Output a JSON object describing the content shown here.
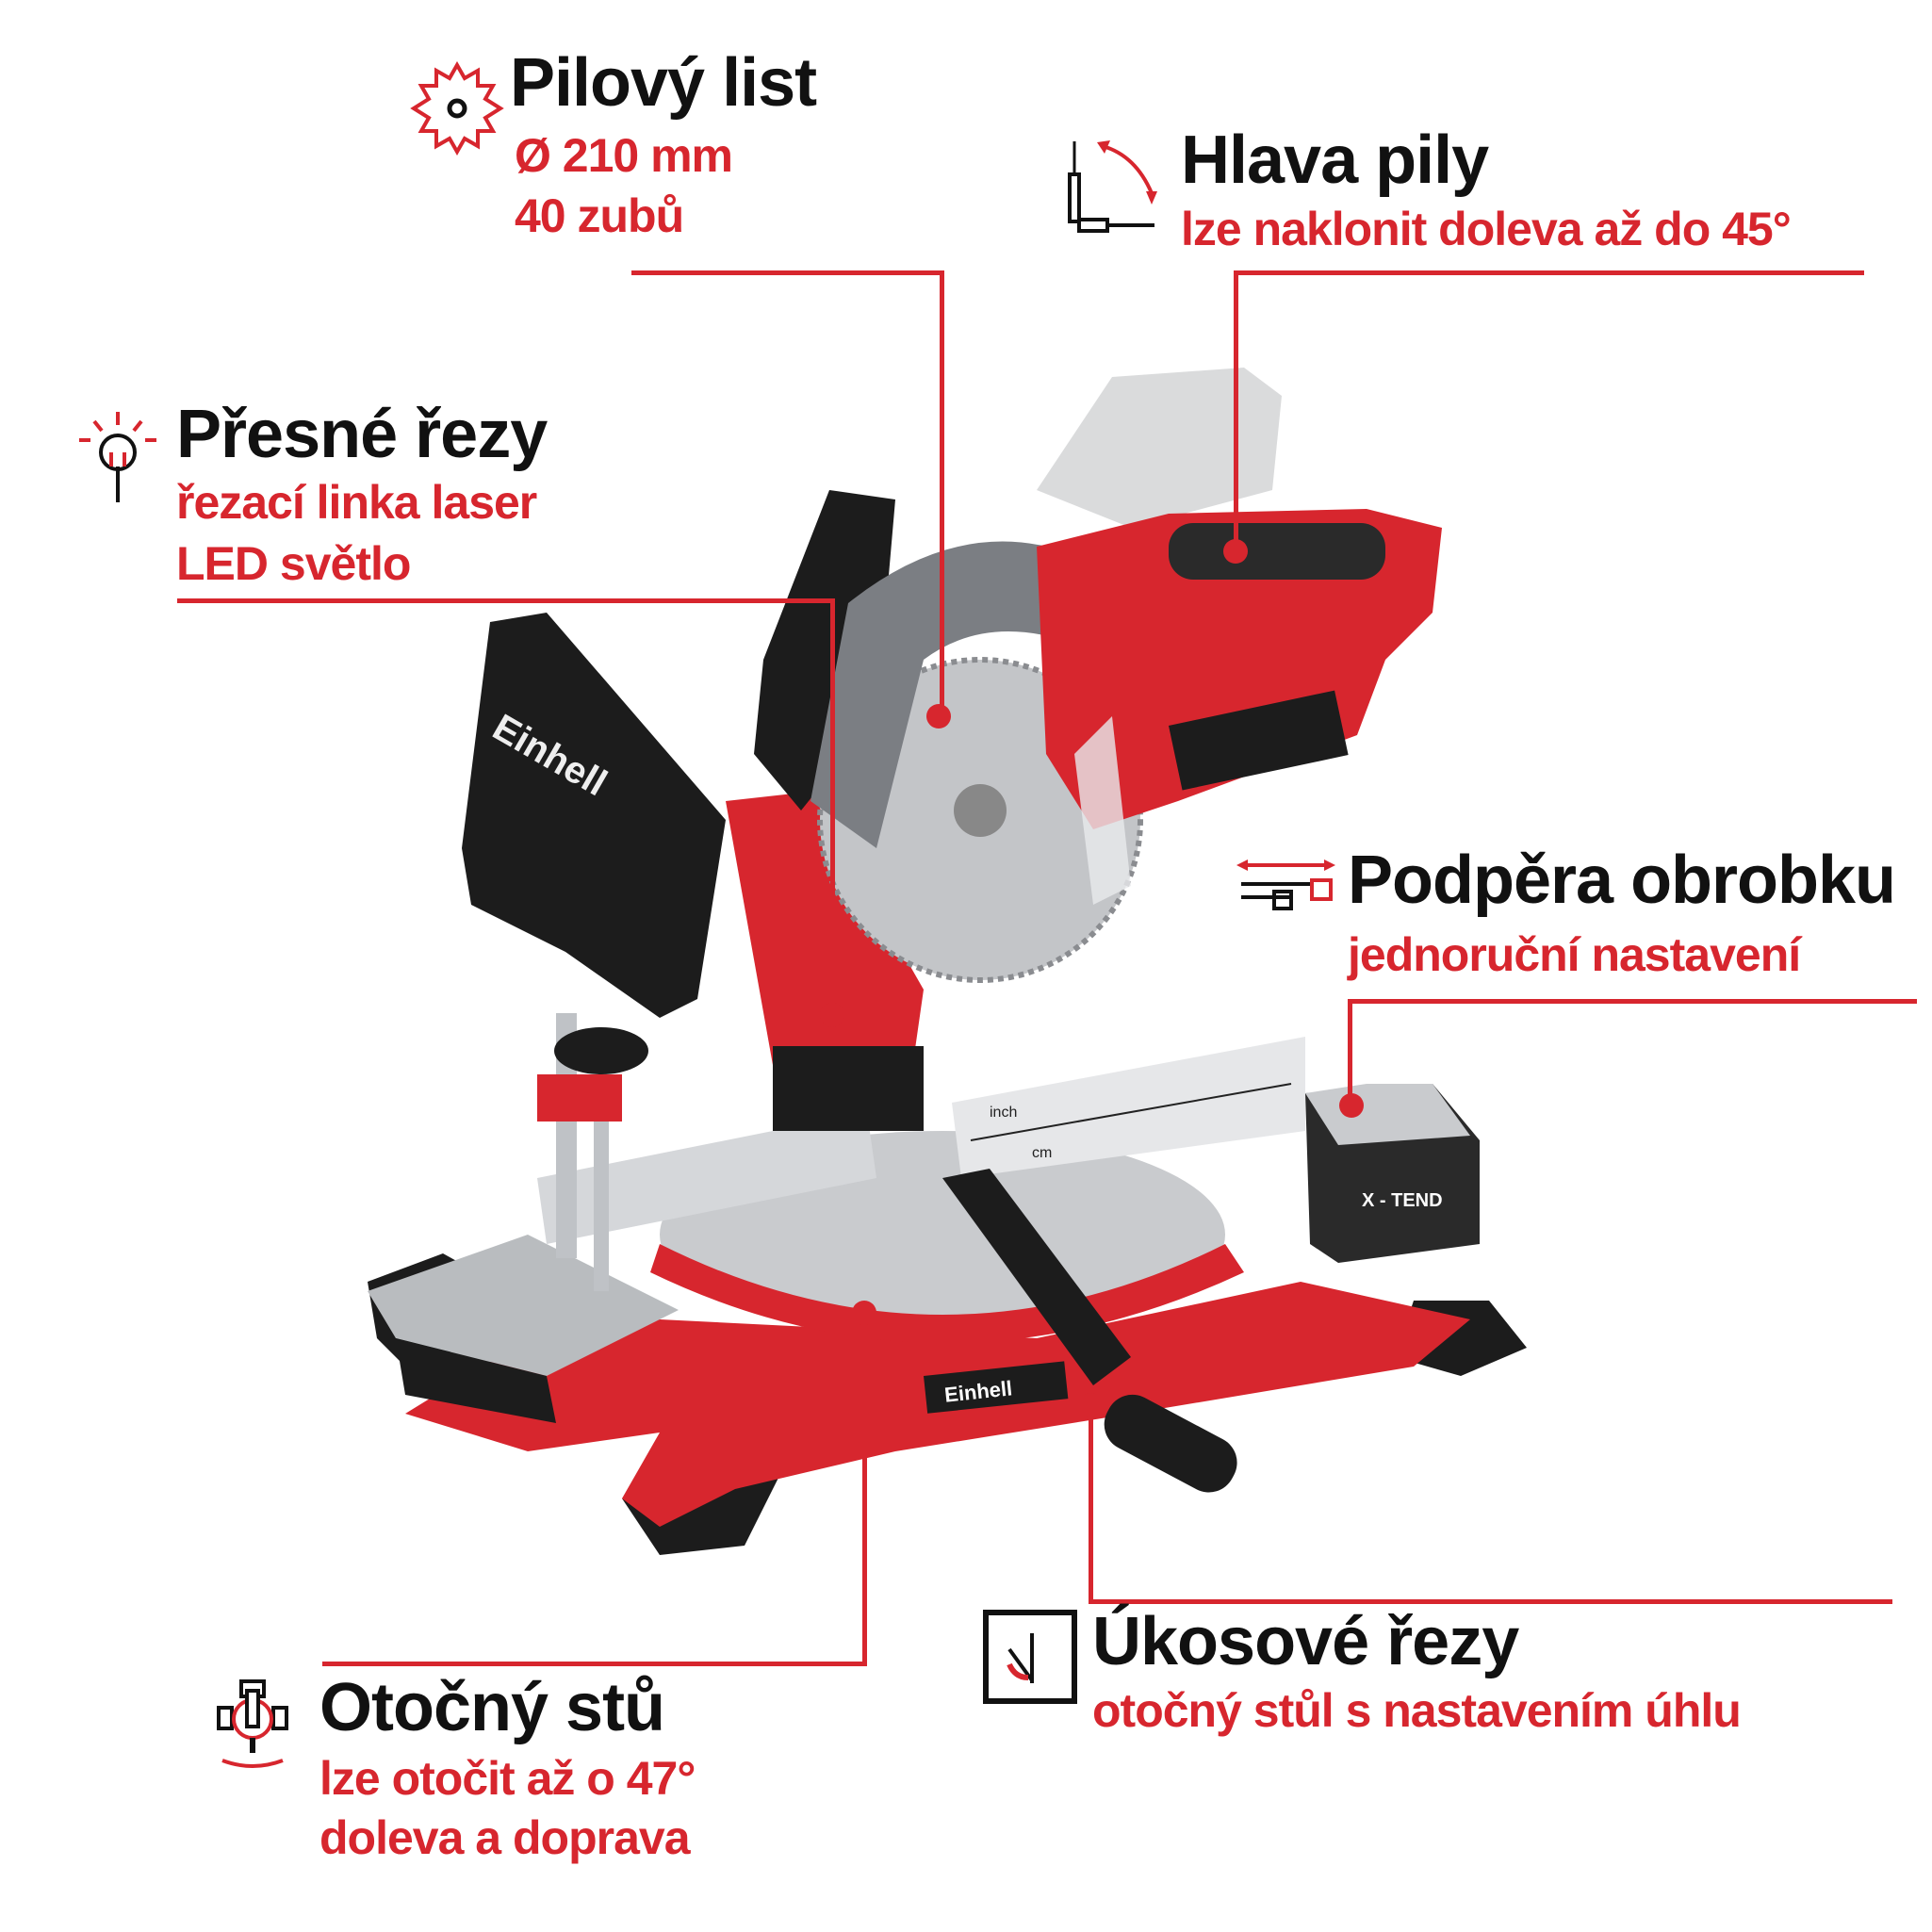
{
  "accent_color": "#d7262e",
  "text_color": "#111111",
  "features": {
    "blade": {
      "icon": "saw-blade-icon",
      "title": "Pilový list",
      "lines": [
        "Ø 210 mm",
        "40 zubů"
      ]
    },
    "head": {
      "icon": "tilt-head-icon",
      "title": "Hlava pily",
      "lines": [
        "lze naklonit doleva až do 45°"
      ]
    },
    "precision": {
      "icon": "laser-light-icon",
      "title": "Přesné řezy",
      "lines": [
        "řezací linka laser",
        "LED světlo"
      ]
    },
    "support": {
      "icon": "workpiece-support-icon",
      "title": "Podpěra obrobku",
      "lines": [
        "jednoruční nastavení"
      ]
    },
    "miter": {
      "icon": "miter-angle-icon",
      "title": "Úkosové řezy",
      "lines": [
        "otočný stůl s nastavením úhlu"
      ]
    },
    "turntable": {
      "icon": "turntable-icon",
      "title": "Otočný stů",
      "lines": [
        "lze otočit až o 47°",
        "doleva a doprava"
      ]
    }
  },
  "product": {
    "brand": "Einhell",
    "extension_label": "X - TEND",
    "ruler_units": [
      "inch",
      "cm"
    ],
    "colors": {
      "body": "#d7262e",
      "guard": "#7b7e83",
      "dark": "#1c1c1c",
      "table": "#c9cbce"
    }
  }
}
